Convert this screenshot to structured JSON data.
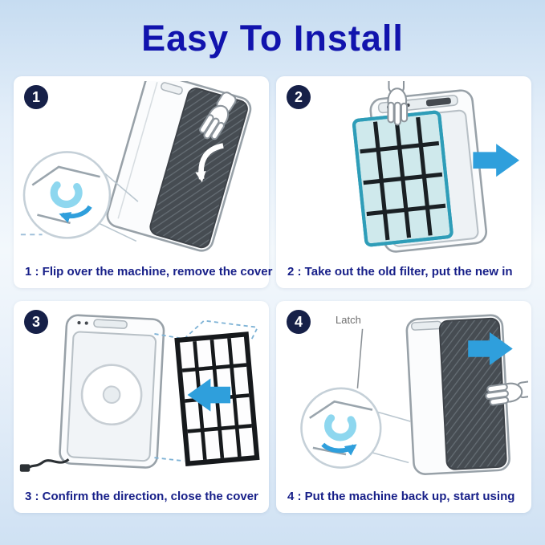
{
  "title": "Easy To Install",
  "steps": [
    {
      "number": "1",
      "caption": "1 : Flip over the machine, remove the cover"
    },
    {
      "number": "2",
      "caption": "2 : Take out the old filter, put the new in"
    },
    {
      "number": "3",
      "caption": "3 : Confirm the direction, close the cover"
    },
    {
      "number": "4",
      "caption": "4 : Put the machine back up, start using"
    }
  ],
  "annotations": {
    "latch_label": "Latch"
  },
  "icons": [
    "hand-icon",
    "arrow-right-icon",
    "arrow-left-icon",
    "peel-arrow-icon",
    "latch-hook-icon",
    "rotate-arrow-icon",
    "power-cord-icon"
  ],
  "colors": {
    "title": "#1113ad",
    "caption": "#182089",
    "step_badge": "#162048",
    "accent_arrow": "#2f9fdc",
    "latch_hook": "#8ed7ef",
    "filter_frame_teal": "#3aa7b8",
    "cover_dark": "#464c52",
    "background_top": "#c6dcf1"
  }
}
